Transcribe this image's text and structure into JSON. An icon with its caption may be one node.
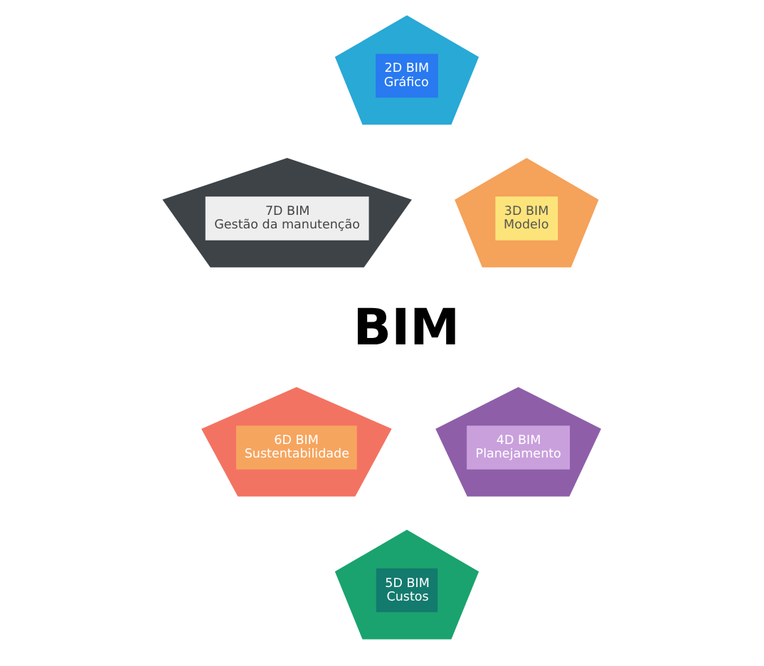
{
  "diagram": {
    "nodes": [
      {
        "text": [
          "2D BIM Gráfico"
        ]
      },
      {
        "text": [
          "7D BIM Gestão da manutenção"
        ]
      },
      {
        "text": [
          "3D BIM Modelo"
        ]
      },
      {
        "text": [
          "BIM"
        ]
      },
      {
        "text": [
          "6D BIM Sustentabilidade"
        ]
      },
      {
        "text": [
          "4D BIM Planejamento"
        ]
      },
      {
        "text": [
          "5D BIM Custos"
        ]
      }
    ]
  }
}
